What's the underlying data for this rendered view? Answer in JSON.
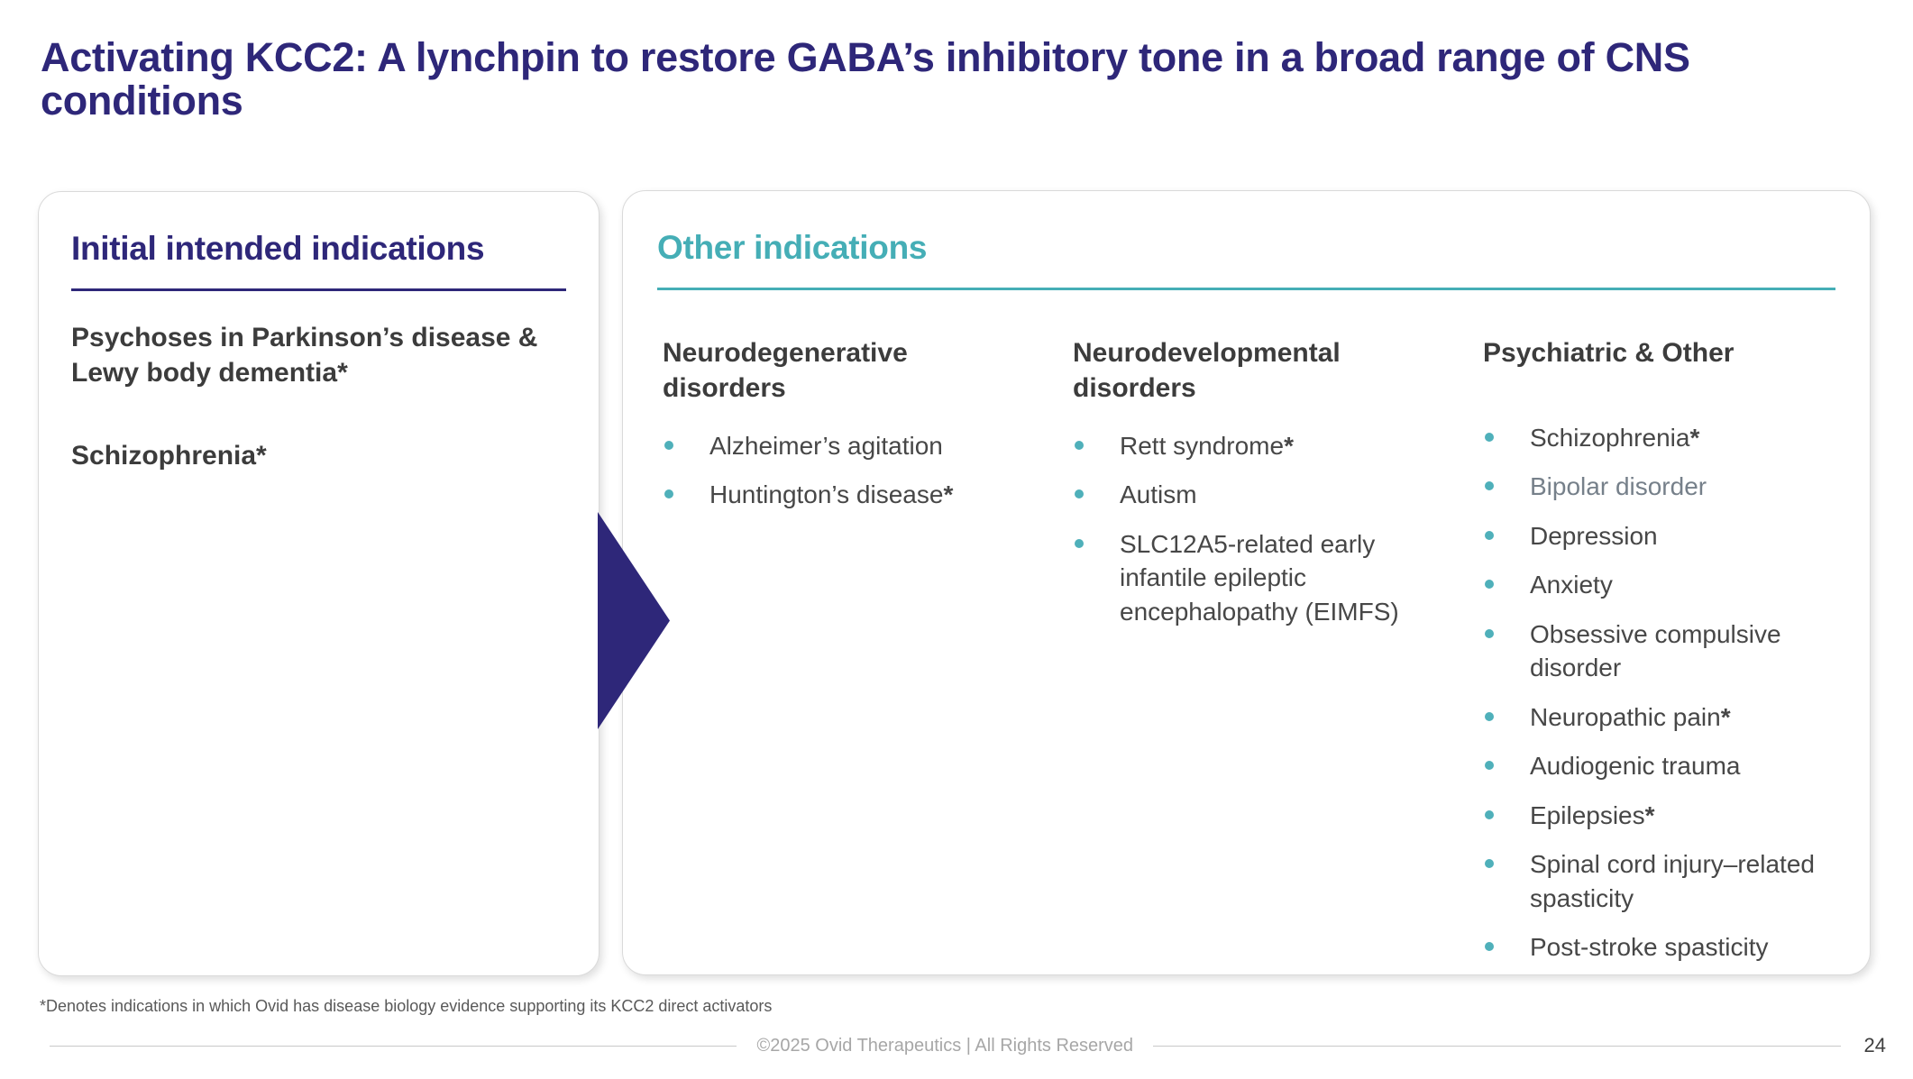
{
  "slide": {
    "title": "Activating KCC2: A lynchpin to restore GABA’s inhibitory tone in a broad range of CNS conditions",
    "footnote": "*Denotes indications in which Ovid has disease biology evidence supporting its KCC2 direct activators",
    "footer_text": "©2025 Ovid Therapeutics | All Rights Reserved",
    "page_number": "24"
  },
  "colors": {
    "purple": "#2E2779",
    "teal": "#45AEB6",
    "bullet_teal": "#4FB0BA",
    "heading_text": "#3C3C3C",
    "item_text": "#474747",
    "muted_item_text": "#76808A",
    "footnote_text": "#595959",
    "footer_text": "#A7A7A7",
    "page_number_text": "#3F3F3F"
  },
  "left_panel": {
    "heading": "Initial intended indications",
    "items": [
      "Psychoses in Parkinson’s disease & Lewy body dementia*",
      "Schizophrenia*"
    ]
  },
  "right_panel": {
    "heading": "Other indications",
    "columns": [
      {
        "heading": "Neurodegenerative disorders",
        "items": [
          {
            "text": "Alzheimer’s agitation"
          },
          {
            "text": "Huntington’s disease",
            "starred": true
          }
        ]
      },
      {
        "heading": "Neurodevelopmental disorders",
        "items": [
          {
            "text": "Rett syndrome",
            "starred": true
          },
          {
            "text": "Autism"
          },
          {
            "text": "SLC12A5-related early infantile epileptic encephalopathy (EIMFS)"
          }
        ]
      },
      {
        "heading": "Psychiatric & Other",
        "items": [
          {
            "text": "Schizophrenia",
            "starred": true
          },
          {
            "text": "Bipolar disorder",
            "muted": true
          },
          {
            "text": "Depression"
          },
          {
            "text": "Anxiety"
          },
          {
            "text": "Obsessive compulsive disorder"
          },
          {
            "text": "Neuropathic pain",
            "starred": true
          },
          {
            "text": "Audiogenic trauma"
          },
          {
            "text": "Epilepsies",
            "starred": true
          },
          {
            "text": "Spinal cord injury–related spasticity"
          },
          {
            "text": "Post-stroke spasticity"
          }
        ]
      }
    ]
  }
}
